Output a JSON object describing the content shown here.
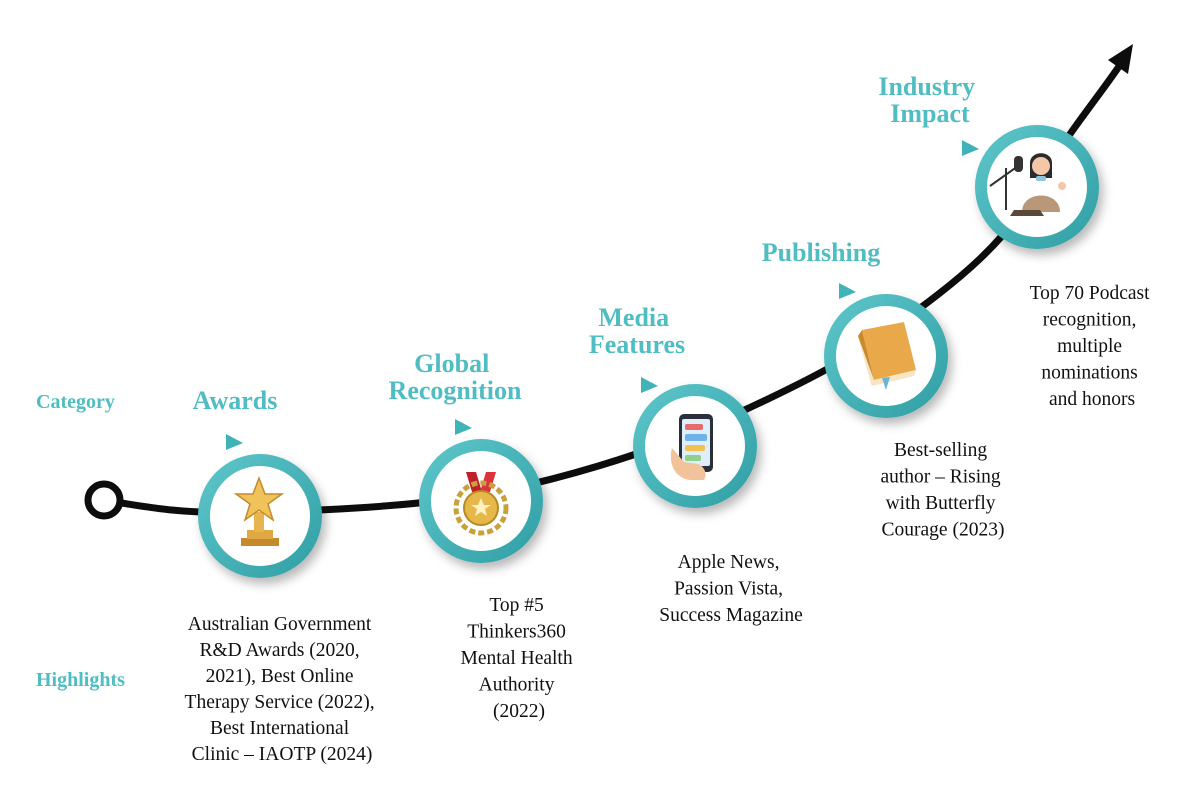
{
  "row_labels": {
    "category": "Category",
    "highlights": "Highlights"
  },
  "colors": {
    "accent": "#4fbdc2",
    "ring": "#3fb3b8",
    "line": "#0d0d0d",
    "text": "#111111"
  },
  "milestones": [
    {
      "icon": "trophy-star-icon",
      "category": [
        "Awards"
      ],
      "highlight": [
        "Australian Government",
        "R&D Awards (2020,",
        "2021), Best Online",
        "Therapy Service (2022),",
        "Best International",
        "Clinic – IAOTP (2024)"
      ]
    },
    {
      "icon": "medal-icon",
      "category": [
        "Global",
        "Recognition"
      ],
      "highlight": [
        "Top #5",
        "Thinkers360",
        "Mental Health",
        "Authority",
        "(2022)"
      ]
    },
    {
      "icon": "smartphone-icon",
      "category": [
        "Media",
        "Features"
      ],
      "highlight": [
        "Apple News,",
        "Passion Vista,",
        "Success Magazine"
      ]
    },
    {
      "icon": "book-icon",
      "category": [
        "Publishing"
      ],
      "highlight": [
        "Best-selling",
        "author – Rising",
        "with Butterfly",
        "Courage (2023)"
      ]
    },
    {
      "icon": "podcast-host-icon",
      "category": [
        "Industry",
        "Impact"
      ],
      "highlight": [
        "Top 70 Podcast",
        "recognition,",
        "multiple",
        "nominations",
        "and honors"
      ]
    }
  ]
}
